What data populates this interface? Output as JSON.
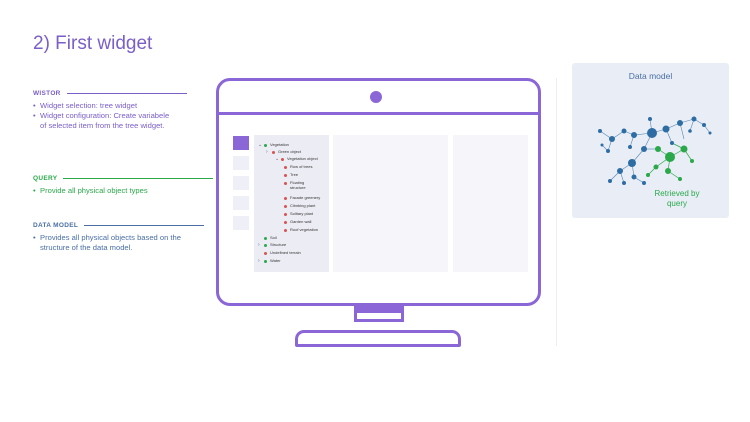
{
  "page_title": "2) First widget",
  "sections": [
    {
      "id": "wistor",
      "heading": "WISTOR",
      "color": "#7a5fc8",
      "bullets": [
        "Widget selection: tree widget",
        "Widget configuration: Create variabele",
        "of selected item from the tree widget."
      ]
    },
    {
      "id": "query",
      "heading": "QUERY",
      "color": "#2aa84a",
      "bullets": [
        "Provide all physical object types"
      ]
    },
    {
      "id": "datamodel",
      "heading": "DATA MODEL",
      "color": "#4a6fa5",
      "bullets": [
        "Provides all physical objects based on the",
        "structure of the data model."
      ]
    }
  ],
  "tree": {
    "items": [
      {
        "label": "Vegetation",
        "chevron": "v",
        "color": "#2aa84a"
      },
      {
        "label": "Green object",
        "chevron": ">",
        "color": "#d9534f"
      },
      {
        "label": "Vegetation object",
        "chevron": "v",
        "color": "#d9534f"
      },
      {
        "label": "Row of trees",
        "chevron": "",
        "color": "#d9534f"
      },
      {
        "label": "Tree",
        "chevron": "",
        "color": "#d9534f"
      },
      {
        "label": "Floating",
        "chevron": "",
        "color": "#d9534f"
      },
      {
        "label": "structure",
        "chevron": "",
        "color": ""
      },
      {
        "label": "Facade greenery",
        "chevron": "",
        "color": "#d9534f"
      },
      {
        "label": "Climbing plant",
        "chevron": "",
        "color": "#d9534f"
      },
      {
        "label": "Solitary plant",
        "chevron": "",
        "color": "#d9534f"
      },
      {
        "label": "Garden wall",
        "chevron": "",
        "color": "#d9534f"
      },
      {
        "label": "Roof vegetation",
        "chevron": "",
        "color": "#d9534f"
      },
      {
        "label": "Soil",
        "chevron": "",
        "color": "#2aa84a"
      },
      {
        "label": "Structure",
        "chevron": ">",
        "color": "#2aa84a"
      },
      {
        "label": "Undefined terrain",
        "chevron": "",
        "color": "#d9534f"
      },
      {
        "label": "Water",
        "chevron": ">",
        "color": "#2aa84a"
      }
    ]
  },
  "data_model": {
    "title": "Data model",
    "retrieved_line1": "Retrieved by",
    "retrieved_line2": "query"
  },
  "colors": {
    "accent": "#8b66d6",
    "green": "#2aa84a",
    "blue": "#2e6da4"
  }
}
